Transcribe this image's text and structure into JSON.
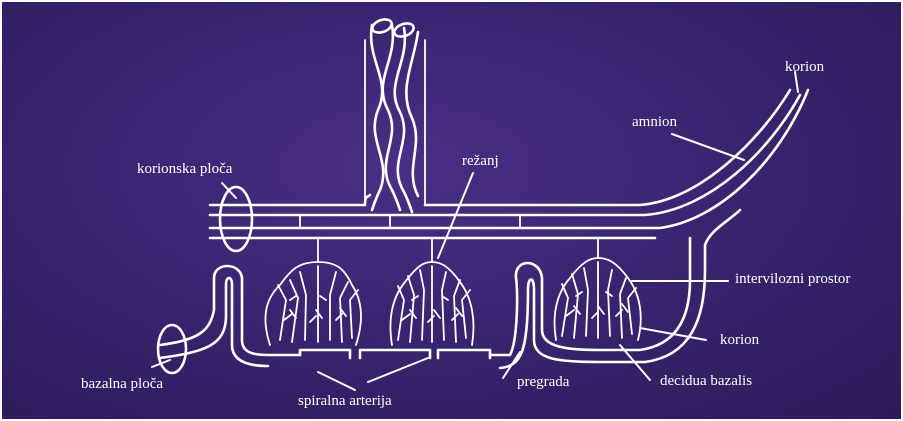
{
  "labels": {
    "korion_top": "korion",
    "amnion": "amnion",
    "korionska_ploca": "korionska ploča",
    "rezanj": "režanj",
    "intervilozni_prostor": "intervilozni prostor",
    "korion_bottom": "korion",
    "bazalna_ploca": "bazalna ploča",
    "spiralna_arterija": "spiralna arterija",
    "pregrada": "pregrada",
    "decidua_bazalis": "decidua bazalis"
  },
  "colors": {
    "background": "#3a2470",
    "lines": "#ffffff",
    "frame": "#ffffff"
  }
}
